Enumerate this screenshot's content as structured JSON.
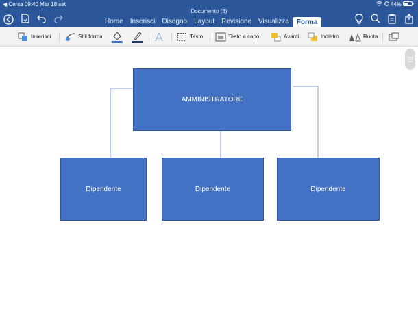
{
  "status_bar": {
    "left": "◀ Cerca   09:40   Mar 18 set",
    "battery": "44%"
  },
  "document": {
    "title": "Documento (3)"
  },
  "tabs": [
    {
      "label": "Home",
      "active": false
    },
    {
      "label": "Inserisci",
      "active": false
    },
    {
      "label": "Disegno",
      "active": false
    },
    {
      "label": "Layout",
      "active": false
    },
    {
      "label": "Revisione",
      "active": false
    },
    {
      "label": "Visualizza",
      "active": false
    },
    {
      "label": "Forma",
      "active": true
    }
  ],
  "ribbon": {
    "insert": "Inserisci",
    "shape_styles": "Stili forma",
    "text": "Testo",
    "wrap_text": "Testo a capo",
    "forward": "Avanti",
    "backward": "Indietro",
    "rotate": "Ruota"
  },
  "diagram": {
    "root": "AMMINISTRATORE",
    "children": [
      "Dipendente",
      "Dipendente",
      "Dipendente"
    ]
  },
  "colors": {
    "accent": "#2b579a",
    "shape_fill": "#4472c4",
    "shape_border": "#2f5597",
    "connector": "#7f9fd4",
    "fill_swatch": "#4472c4",
    "line_swatch": "#1f3864"
  },
  "icons": {
    "toolbar": [
      "back-icon",
      "save-icon",
      "undo-icon",
      "redo-icon"
    ],
    "right": [
      "lightbulb-icon",
      "search-icon",
      "clipboard-icon",
      "share-icon"
    ]
  }
}
